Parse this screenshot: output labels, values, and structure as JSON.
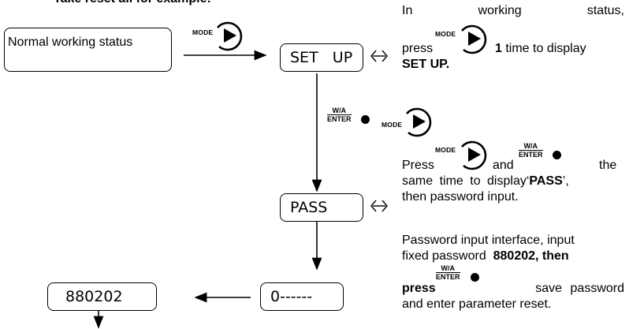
{
  "title": "Take reset all for example:",
  "normal_box": "Normal working status",
  "mode_label": "MODE",
  "wa_top": "W/A",
  "wa_bottom": "ENTER",
  "screens": {
    "setup": "SET   UP",
    "pass": "PASS",
    "zero": "0------",
    "password": "880202"
  },
  "desc1": {
    "line1_a": "In",
    "line1_b": "working",
    "line1_c": "status,",
    "press": "press",
    "after": "1",
    "after_tail": " time to display",
    "bold": "SET UP."
  },
  "desc2": {
    "press": "Press",
    "and": "and",
    "the": "the",
    "line2_a": "same time to display‘",
    "line2_bold": "PASS",
    "line2_b": "’,",
    "line3": "then password input."
  },
  "desc3": {
    "line1": "Password input interface, input",
    "line2_a": "fixed password ",
    "line2_bold": "880202, then",
    "press": "press",
    "tail": "save password",
    "line4": "and enter parameter reset."
  }
}
